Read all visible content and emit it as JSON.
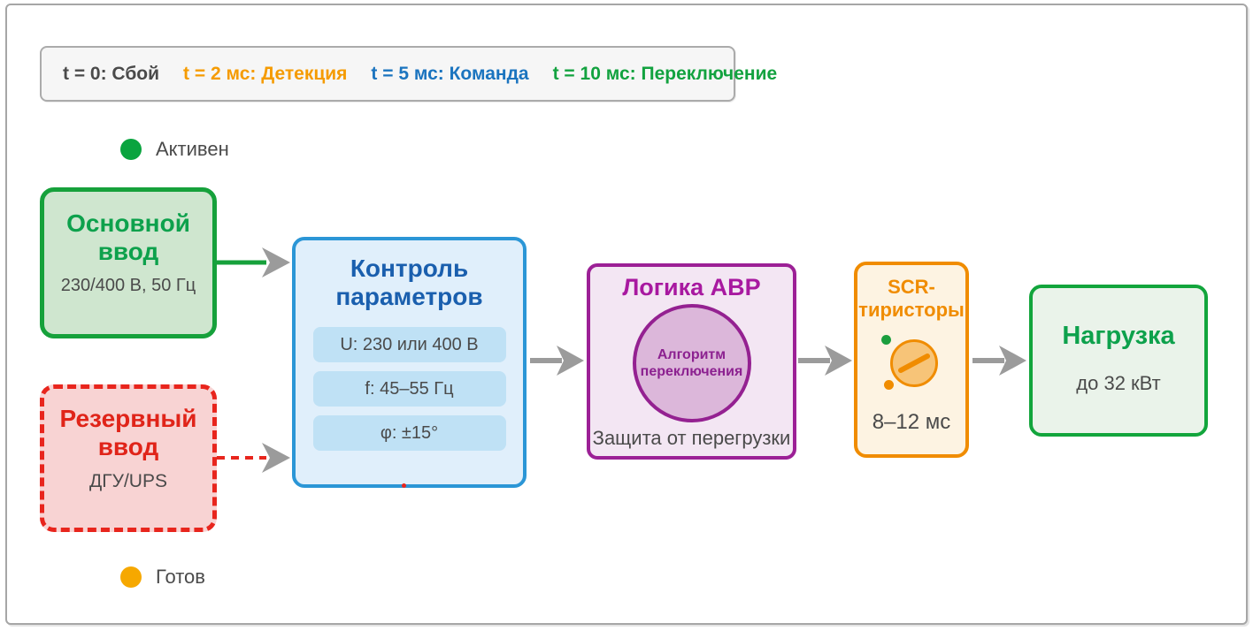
{
  "colors": {
    "frame_border": "#a6a6a6",
    "timeline_bg": "#f6f6f6",
    "main_green": "#16a13b",
    "reserve_red": "#e8251d",
    "monitor_blue": "#2b96d6",
    "monitor_title_blue": "#1a5fae",
    "logic_purple": "#9c2096",
    "scr_orange": "#f08c00",
    "load_green": "#12a53c",
    "arrow_gray": "#9b9b9b",
    "status_active_dot": "#0aa43f",
    "status_ready_dot": "#f6a800",
    "text_gray": "#4a4a4a"
  },
  "timeline": {
    "items": [
      {
        "label": "t = 0: Сбой",
        "color": "#4a4a4a"
      },
      {
        "label": "t = 2 мс: Детекция",
        "color": "#f59b00"
      },
      {
        "label": "t = 5 мс: Команда",
        "color": "#1b74bf"
      },
      {
        "label": "t = 10 мс: Переключение",
        "color": "#12a23f"
      }
    ]
  },
  "status": {
    "active": {
      "label": "Активен"
    },
    "ready": {
      "label": "Готов"
    }
  },
  "nodes": {
    "main_input": {
      "title": "Основной ввод",
      "subtitle": "230/400 В, 50 Гц"
    },
    "reserve_input": {
      "title": "Резервный ввод",
      "subtitle": "ДГУ/UPS"
    },
    "monitor": {
      "title": "Контроль параметров",
      "params": [
        "U: 230 или 400 В",
        "f: 45–55 Гц",
        "φ: ±15°"
      ]
    },
    "logic": {
      "title": "Логика АВР",
      "circle_label": "Алгоритм переключения",
      "footnote": "Защита от перегрузки"
    },
    "scr": {
      "title": "SCR-тиристоры",
      "subtitle": "8–12 мс"
    },
    "load": {
      "title": "Нагрузка",
      "subtitle": "до 32 кВт"
    }
  }
}
